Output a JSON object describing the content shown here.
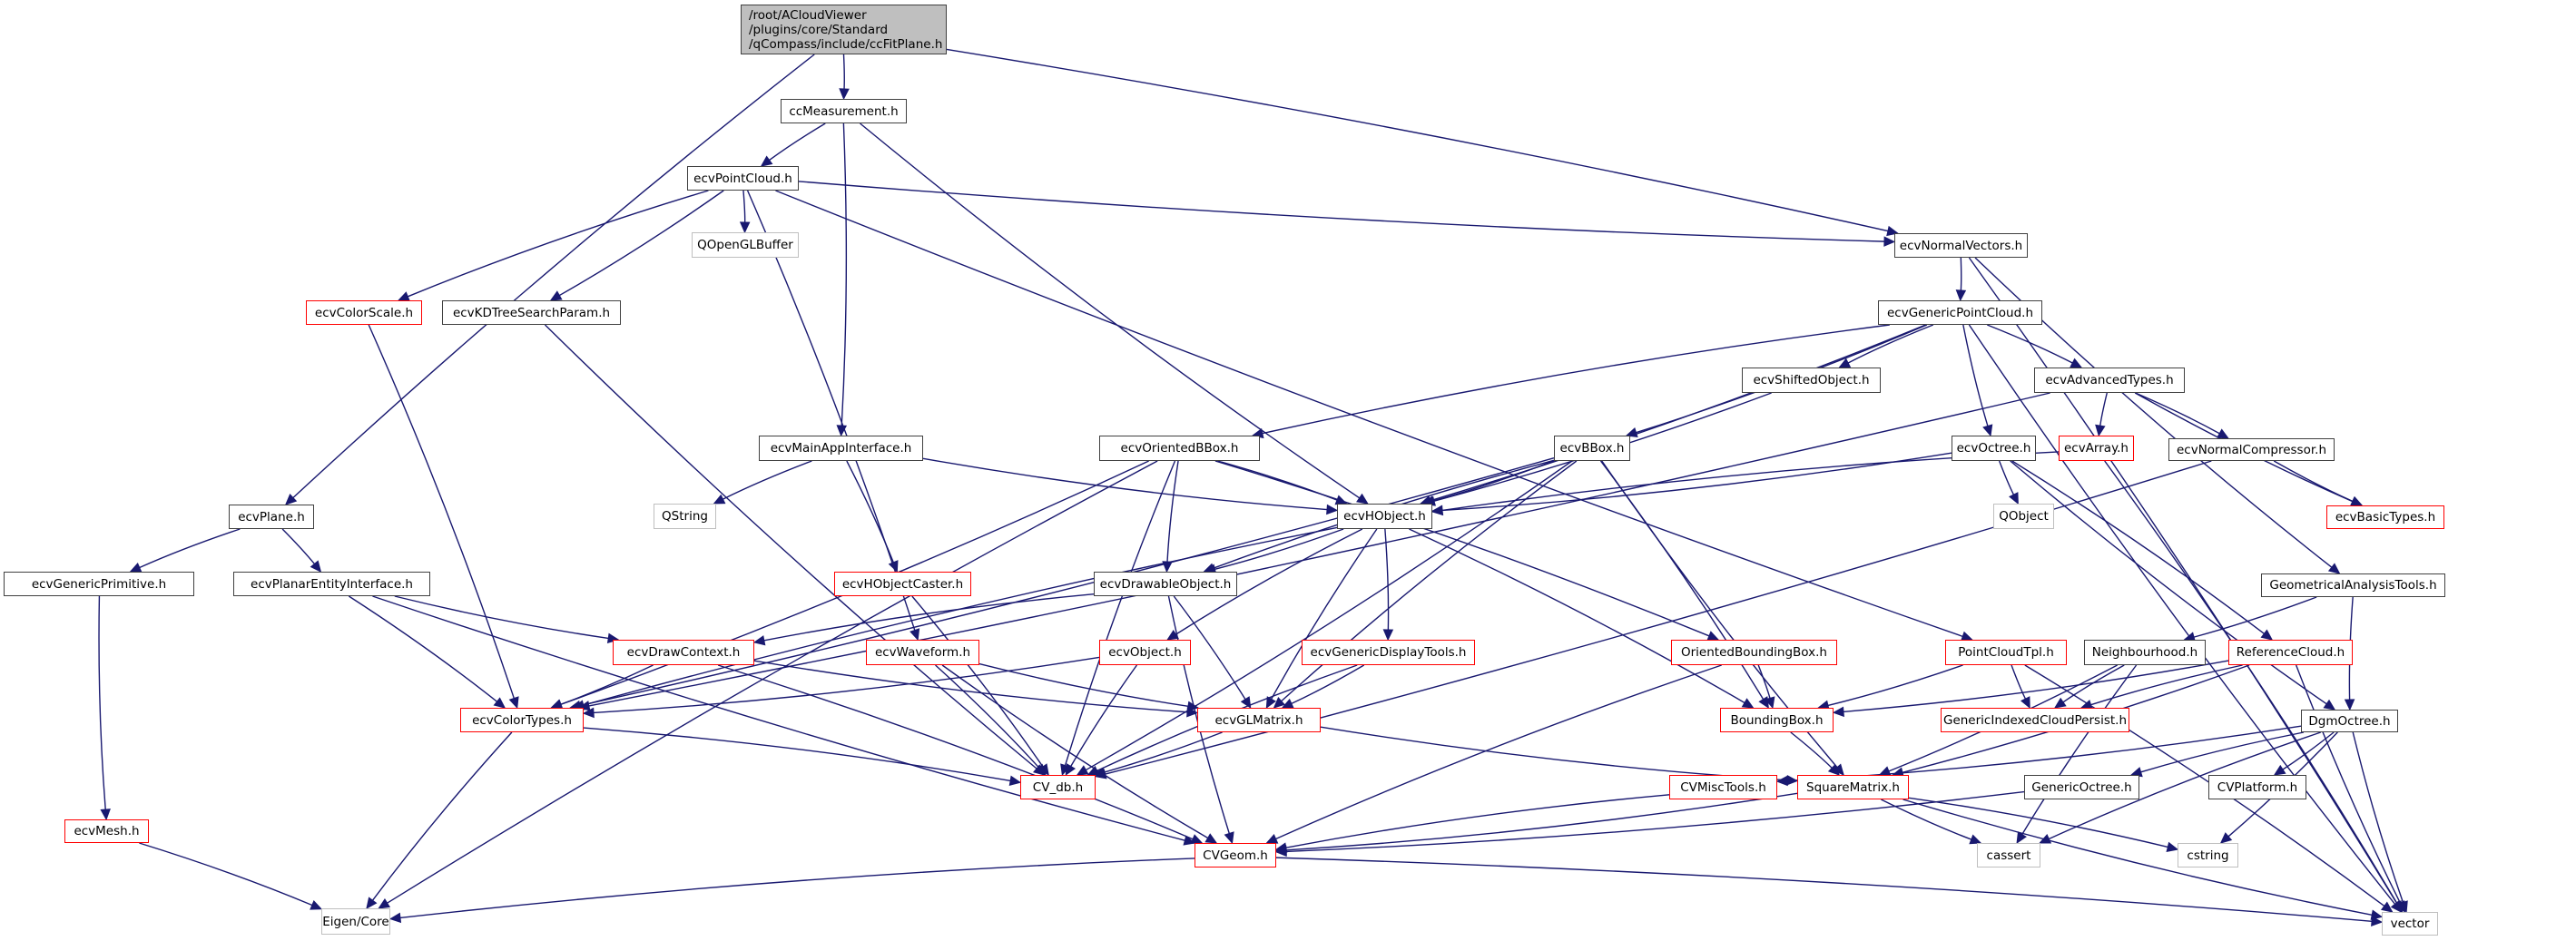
{
  "diagram": {
    "title": "Include dependency graph for ccFitPlane.h",
    "root": {
      "id": "root",
      "label": "/root/ACloudViewer\n/plugins/core/Standard\n/qCompass/include/ccFitPlane.h",
      "style": "root"
    },
    "colors": {
      "edge": "#191970",
      "node_border": "#404040",
      "truncated_border": "#ff0000",
      "external_border": "#bfbfbf",
      "root_fill": "#bfbfbf"
    },
    "nodes": [
      {
        "id": "ccMeasurement",
        "label": "ccMeasurement.h",
        "style": "normal"
      },
      {
        "id": "ecvPointCloud",
        "label": "ecvPointCloud.h",
        "style": "normal"
      },
      {
        "id": "QOpenGLBuffer",
        "label": "QOpenGLBuffer",
        "style": "gray"
      },
      {
        "id": "ecvColorScale",
        "label": "ecvColorScale.h",
        "style": "red"
      },
      {
        "id": "ecvKDTreeSearchParam",
        "label": "ecvKDTreeSearchParam.h",
        "style": "normal"
      },
      {
        "id": "ecvNormalVectors",
        "label": "ecvNormalVectors.h",
        "style": "normal"
      },
      {
        "id": "ecvGenericPointCloud",
        "label": "ecvGenericPointCloud.h",
        "style": "normal"
      },
      {
        "id": "ecvShiftedObject",
        "label": "ecvShiftedObject.h",
        "style": "normal"
      },
      {
        "id": "ecvAdvancedTypes",
        "label": "ecvAdvancedTypes.h",
        "style": "normal"
      },
      {
        "id": "ecvMainAppInterface",
        "label": "ecvMainAppInterface.h",
        "style": "normal"
      },
      {
        "id": "ecvOrientedBBox",
        "label": "ecvOrientedBBox.h",
        "style": "normal"
      },
      {
        "id": "ecvBBox",
        "label": "ecvBBox.h",
        "style": "normal"
      },
      {
        "id": "ecvOctree",
        "label": "ecvOctree.h",
        "style": "normal"
      },
      {
        "id": "ecvArray",
        "label": "ecvArray.h",
        "style": "red"
      },
      {
        "id": "ecvNormalCompressor",
        "label": "ecvNormalCompressor.h",
        "style": "normal"
      },
      {
        "id": "QString",
        "label": "QString",
        "style": "gray"
      },
      {
        "id": "QObject",
        "label": "QObject",
        "style": "gray"
      },
      {
        "id": "ecvBasicTypes",
        "label": "ecvBasicTypes.h",
        "style": "red"
      },
      {
        "id": "ecvPlane",
        "label": "ecvPlane.h",
        "style": "normal"
      },
      {
        "id": "ecvHObject",
        "label": "ecvHObject.h",
        "style": "normal"
      },
      {
        "id": "ecvGenericPrimitive",
        "label": "ecvGenericPrimitive.h",
        "style": "normal"
      },
      {
        "id": "ecvPlanarEntityInterface",
        "label": "ecvPlanarEntityInterface.h",
        "style": "normal"
      },
      {
        "id": "ecvHObjectCaster",
        "label": "ecvHObjectCaster.h",
        "style": "red"
      },
      {
        "id": "ecvDrawableObject",
        "label": "ecvDrawableObject.h",
        "style": "normal"
      },
      {
        "id": "GeometricalAnalysisTools",
        "label": "GeometricalAnalysisTools.h",
        "style": "normal"
      },
      {
        "id": "ecvDrawContext",
        "label": "ecvDrawContext.h",
        "style": "red"
      },
      {
        "id": "ecvWaveform",
        "label": "ecvWaveform.h",
        "style": "red"
      },
      {
        "id": "ecvObject",
        "label": "ecvObject.h",
        "style": "red"
      },
      {
        "id": "ecvGenericDisplayTools",
        "label": "ecvGenericDisplayTools.h",
        "style": "red"
      },
      {
        "id": "OrientedBoundingBox",
        "label": "OrientedBoundingBox.h",
        "style": "red"
      },
      {
        "id": "PointCloudTpl",
        "label": "PointCloudTpl.h",
        "style": "red"
      },
      {
        "id": "Neighbourhood",
        "label": "Neighbourhood.h",
        "style": "normal"
      },
      {
        "id": "ReferenceCloud",
        "label": "ReferenceCloud.h",
        "style": "red"
      },
      {
        "id": "ecvColorTypes",
        "label": "ecvColorTypes.h",
        "style": "red"
      },
      {
        "id": "ecvGLMatrix",
        "label": "ecvGLMatrix.h",
        "style": "red"
      },
      {
        "id": "BoundingBox",
        "label": "BoundingBox.h",
        "style": "red"
      },
      {
        "id": "GenericIndexedCloudPersist",
        "label": "GenericIndexedCloudPersist.h",
        "style": "red"
      },
      {
        "id": "DgmOctree",
        "label": "DgmOctree.h",
        "style": "normal"
      },
      {
        "id": "ecvMesh",
        "label": "ecvMesh.h",
        "style": "red"
      },
      {
        "id": "CV_db",
        "label": "CV_db.h",
        "style": "red"
      },
      {
        "id": "CVMiscTools",
        "label": "CVMiscTools.h",
        "style": "red"
      },
      {
        "id": "SquareMatrix",
        "label": "SquareMatrix.h",
        "style": "red"
      },
      {
        "id": "GenericOctree",
        "label": "GenericOctree.h",
        "style": "normal"
      },
      {
        "id": "CVPlatform",
        "label": "CVPlatform.h",
        "style": "normal"
      },
      {
        "id": "CVGeom",
        "label": "CVGeom.h",
        "style": "red"
      },
      {
        "id": "cassert",
        "label": "cassert",
        "style": "gray"
      },
      {
        "id": "cstring",
        "label": "cstring",
        "style": "gray"
      },
      {
        "id": "EigenCore",
        "label": "Eigen/Core",
        "style": "gray"
      },
      {
        "id": "vector",
        "label": "vector",
        "style": "gray"
      }
    ],
    "edges": [
      [
        "root",
        "ccMeasurement"
      ],
      [
        "root",
        "ecvPlane"
      ],
      [
        "root",
        "ecvNormalVectors"
      ],
      [
        "ccMeasurement",
        "ecvPointCloud"
      ],
      [
        "ccMeasurement",
        "ecvMainAppInterface"
      ],
      [
        "ccMeasurement",
        "ecvHObject"
      ],
      [
        "ecvPointCloud",
        "QOpenGLBuffer"
      ],
      [
        "ecvPointCloud",
        "ecvColorScale"
      ],
      [
        "ecvPointCloud",
        "ecvKDTreeSearchParam"
      ],
      [
        "ecvPointCloud",
        "ecvNormalVectors"
      ],
      [
        "ecvPointCloud",
        "ecvWaveform"
      ],
      [
        "ecvPointCloud",
        "PointCloudTpl"
      ],
      [
        "ecvColorScale",
        "ecvColorTypes"
      ],
      [
        "ecvKDTreeSearchParam",
        "CV_db"
      ],
      [
        "ecvNormalVectors",
        "ecvGenericPointCloud"
      ],
      [
        "ecvNormalVectors",
        "GeometricalAnalysisTools"
      ],
      [
        "ecvNormalVectors",
        "vector"
      ],
      [
        "ecvGenericPointCloud",
        "ecvShiftedObject"
      ],
      [
        "ecvGenericPointCloud",
        "ecvAdvancedTypes"
      ],
      [
        "ecvGenericPointCloud",
        "ecvOctree"
      ],
      [
        "ecvGenericPointCloud",
        "ecvBBox"
      ],
      [
        "ecvGenericPointCloud",
        "ecvOrientedBBox"
      ],
      [
        "ecvGenericPointCloud",
        "ecvHObject"
      ],
      [
        "ecvGenericPointCloud",
        "vector"
      ],
      [
        "ecvShiftedObject",
        "ecvHObject"
      ],
      [
        "ecvAdvancedTypes",
        "ecvArray"
      ],
      [
        "ecvAdvancedTypes",
        "ecvNormalCompressor"
      ],
      [
        "ecvAdvancedTypes",
        "ecvBasicTypes"
      ],
      [
        "ecvAdvancedTypes",
        "ecvColorTypes"
      ],
      [
        "ecvMainAppInterface",
        "QString"
      ],
      [
        "ecvMainAppInterface",
        "ecvHObjectCaster"
      ],
      [
        "ecvMainAppInterface",
        "ecvHObject"
      ],
      [
        "ecvOrientedBBox",
        "ecvHObject"
      ],
      [
        "ecvOrientedBBox",
        "ecvDrawableObject"
      ],
      [
        "ecvOrientedBBox",
        "OrientedBoundingBox"
      ],
      [
        "ecvOrientedBBox",
        "CV_db"
      ],
      [
        "ecvOrientedBBox",
        "ecvColorTypes"
      ],
      [
        "ecvOrientedBBox",
        "EigenCore"
      ],
      [
        "ecvBBox",
        "ecvHObject"
      ],
      [
        "ecvBBox",
        "ecvDrawableObject"
      ],
      [
        "ecvBBox",
        "BoundingBox"
      ],
      [
        "ecvBBox",
        "ecvGLMatrix"
      ],
      [
        "ecvBBox",
        "CV_db"
      ],
      [
        "ecvBBox",
        "SquareMatrix"
      ],
      [
        "ecvBBox",
        "ecvColorTypes"
      ],
      [
        "ecvOctree",
        "QObject"
      ],
      [
        "ecvOctree",
        "ecvHObject"
      ],
      [
        "ecvOctree",
        "DgmOctree"
      ],
      [
        "ecvOctree",
        "ReferenceCloud"
      ],
      [
        "ecvArray",
        "ecvHObject"
      ],
      [
        "ecvArray",
        "vector"
      ],
      [
        "ecvNormalCompressor",
        "ecvBasicTypes"
      ],
      [
        "ecvNormalCompressor",
        "CV_db"
      ],
      [
        "ecvPlane",
        "ecvGenericPrimitive"
      ],
      [
        "ecvPlane",
        "ecvPlanarEntityInterface"
      ],
      [
        "ecvGenericPrimitive",
        "ecvMesh"
      ],
      [
        "ecvMesh",
        "EigenCore"
      ],
      [
        "ecvPlanarEntityInterface",
        "ecvDrawContext"
      ],
      [
        "ecvPlanarEntityInterface",
        "ecvColorTypes"
      ],
      [
        "ecvPlanarEntityInterface",
        "CVGeom"
      ],
      [
        "ecvHObject",
        "ecvDrawableObject"
      ],
      [
        "ecvHObject",
        "ecvObject"
      ],
      [
        "ecvHObject",
        "ecvGenericDisplayTools"
      ],
      [
        "ecvHObject",
        "ecvGLMatrix"
      ],
      [
        "ecvHObject",
        "BoundingBox"
      ],
      [
        "ecvHObject",
        "ecvColorTypes"
      ],
      [
        "ecvHObjectCaster",
        "CV_db"
      ],
      [
        "ecvDrawableObject",
        "ecvDrawContext"
      ],
      [
        "ecvDrawableObject",
        "ecvGLMatrix"
      ],
      [
        "ecvDrawableObject",
        "CVGeom"
      ],
      [
        "ecvDrawContext",
        "ecvColorTypes"
      ],
      [
        "ecvDrawContext",
        "ecvGLMatrix"
      ],
      [
        "ecvDrawContext",
        "CVGeom"
      ],
      [
        "ecvWaveform",
        "ecvGLMatrix"
      ],
      [
        "ecvWaveform",
        "CV_db"
      ],
      [
        "ecvWaveform",
        "CVGeom"
      ],
      [
        "ecvObject",
        "ecvColorTypes"
      ],
      [
        "ecvObject",
        "CV_db"
      ],
      [
        "ecvGenericDisplayTools",
        "ecvGLMatrix"
      ],
      [
        "ecvGenericDisplayTools",
        "CV_db"
      ],
      [
        "OrientedBoundingBox",
        "BoundingBox"
      ],
      [
        "OrientedBoundingBox",
        "CVGeom"
      ],
      [
        "PointCloudTpl",
        "BoundingBox"
      ],
      [
        "PointCloudTpl",
        "GenericIndexedCloudPersist"
      ],
      [
        "PointCloudTpl",
        "vector"
      ],
      [
        "Neighbourhood",
        "GenericIndexedCloudPersist"
      ],
      [
        "Neighbourhood",
        "SquareMatrix"
      ],
      [
        "Neighbourhood",
        "cassert"
      ],
      [
        "ReferenceCloud",
        "BoundingBox"
      ],
      [
        "ReferenceCloud",
        "GenericIndexedCloudPersist"
      ],
      [
        "ReferenceCloud",
        "SquareMatrix"
      ],
      [
        "ReferenceCloud",
        "vector"
      ],
      [
        "GeometricalAnalysisTools",
        "Neighbourhood"
      ],
      [
        "GeometricalAnalysisTools",
        "DgmOctree"
      ],
      [
        "ecvColorTypes",
        "CV_db"
      ],
      [
        "ecvColorTypes",
        "EigenCore"
      ],
      [
        "ecvGLMatrix",
        "CV_db"
      ],
      [
        "ecvGLMatrix",
        "SquareMatrix"
      ],
      [
        "BoundingBox",
        "SquareMatrix"
      ],
      [
        "DgmOctree",
        "GenericOctree"
      ],
      [
        "DgmOctree",
        "CVPlatform"
      ],
      [
        "DgmOctree",
        "cassert"
      ],
      [
        "DgmOctree",
        "cstring"
      ],
      [
        "DgmOctree",
        "vector"
      ],
      [
        "DgmOctree",
        "CVMiscTools"
      ],
      [
        "CVMiscTools",
        "CVGeom"
      ],
      [
        "SquareMatrix",
        "CVGeom"
      ],
      [
        "SquareMatrix",
        "cassert"
      ],
      [
        "SquareMatrix",
        "cstring"
      ],
      [
        "SquareMatrix",
        "vector"
      ],
      [
        "GenericOctree",
        "CVGeom"
      ],
      [
        "CVGeom",
        "EigenCore"
      ],
      [
        "CVGeom",
        "vector"
      ]
    ]
  }
}
